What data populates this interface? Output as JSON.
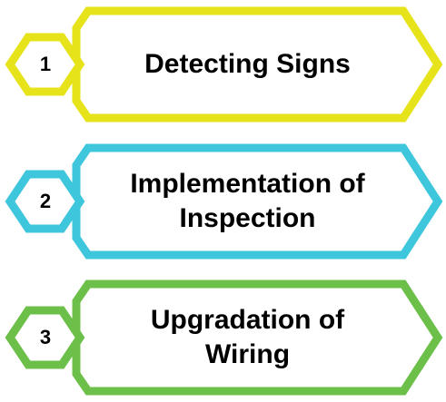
{
  "steps": [
    {
      "number": "1",
      "label": "Detecting Signs",
      "color": "#e6e31a"
    },
    {
      "number": "2",
      "label": "Implementation of\nInspection",
      "color": "#3ec6dc"
    },
    {
      "number": "3",
      "label": "Upgradation of\nWiring",
      "color": "#6cc04a"
    }
  ]
}
